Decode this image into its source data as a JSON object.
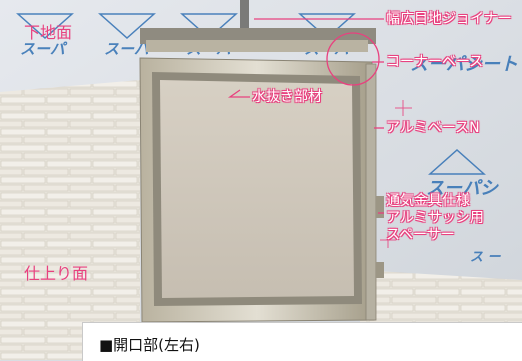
{
  "labels": {
    "shitaji_men": "下地面",
    "shiagari_men": "仕上り面",
    "habahiro_mejiri_joiner": "幅広目地ジョイナー",
    "corner_base": "コーナーベース",
    "mizunuki_buzai": "水抜き部材",
    "aluminum_base_n": "アルミベースN",
    "tsuuki_kanagu_line1": "通気金具仕様",
    "tsuuki_kanagu_line2": "アルミサッシ用",
    "tsuuki_kanagu_line3": "スペーサー"
  },
  "caption": "■開口部(左右)",
  "wrap_brand_text": "スーパーシート",
  "colors": {
    "accent_pink": "#e8417f",
    "caption_bg": "#ffffff",
    "wrap_blue": "#2f6fb3"
  }
}
